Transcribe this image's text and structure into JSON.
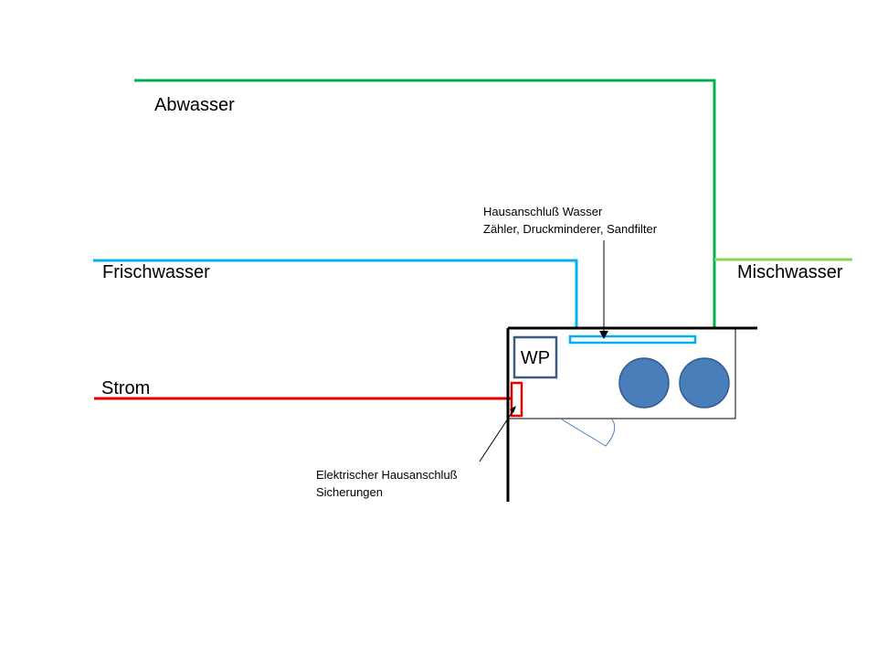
{
  "labels": {
    "abwasser": "Abwasser",
    "frischwasser": "Frischwasser",
    "mischwasser": "Mischwasser",
    "strom": "Strom",
    "wp": "WP",
    "hausanschluss_wasser_line1": "Hausanschluß Wasser",
    "hausanschluss_wasser_line2": "Zähler, Druckminderer,  Sandfilter",
    "elektrischer_hausanschluss_line1": "Elektrischer Hausanschluß",
    "elektrischer_hausanschluss_line2": "Sicherungen"
  },
  "colors": {
    "abwasser": "#00b050",
    "frischwasser": "#00b0f0",
    "mischwasser": "#92d050",
    "strom": "#e00000",
    "tank_fill": "#4a7ebb",
    "tank_stroke": "#2f5b8f",
    "wp_stroke": "#3a5a80",
    "door_arc": "#4a7ebb",
    "wall": "#000000"
  }
}
